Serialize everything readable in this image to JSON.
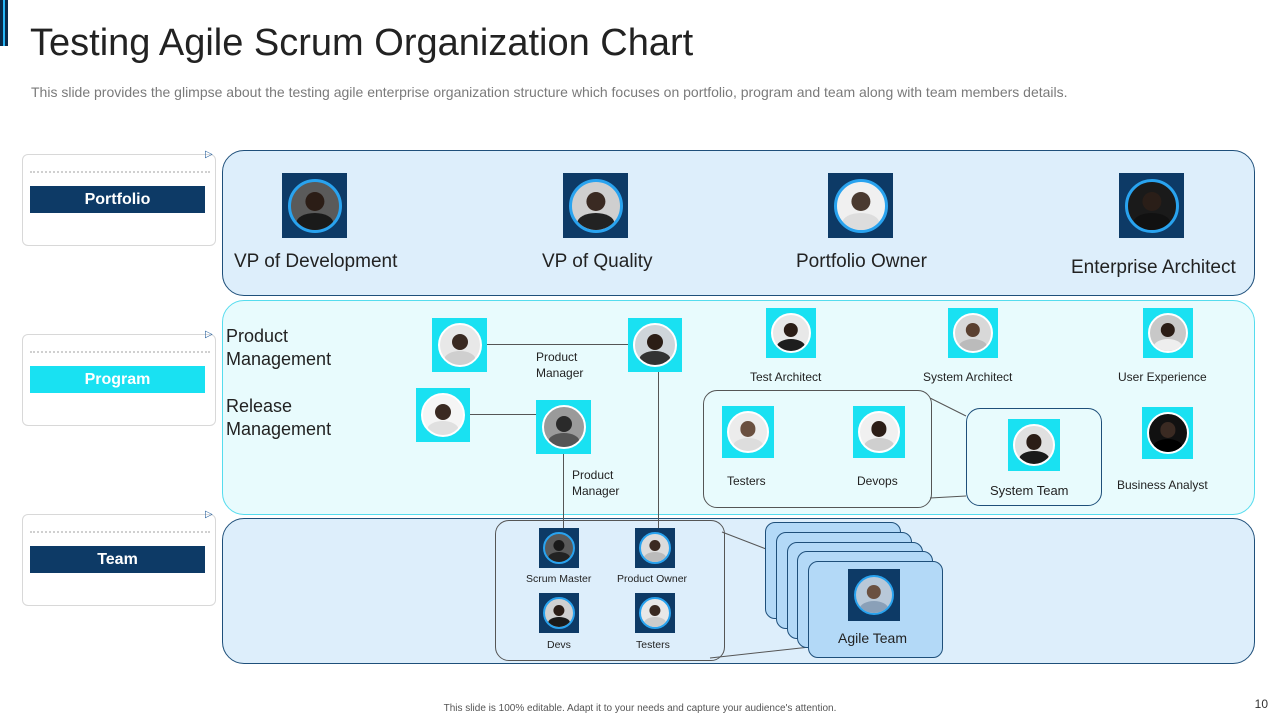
{
  "header": {
    "title": "Testing Agile Scrum Organization Chart",
    "subtitle": "This slide provides the glimpse about the testing agile enterprise organization structure which focuses on portfolio, program and team along with team members details."
  },
  "levels": {
    "portfolio": "Portfolio",
    "program": "Program",
    "team": "Team"
  },
  "portfolio_roles": {
    "vp_development": "VP of Development",
    "vp_quality": "VP of Quality",
    "portfolio_owner": "Portfolio Owner",
    "enterprise_architect": "Enterprise Architect"
  },
  "program": {
    "product_management": [
      "Product",
      "Management"
    ],
    "release_management": [
      "Release",
      "Management"
    ],
    "product_manager_1": [
      "Product",
      "Manager"
    ],
    "product_manager_2": [
      "Product",
      "Manager"
    ],
    "test_architect": "Test Architect",
    "system_architect": "System Architect",
    "user_experience": "User Experience",
    "testers": "Testers",
    "devops": "Devops",
    "system_team": "System Team",
    "business_analyst": "Business Analyst"
  },
  "team": {
    "scrum_master": "Scrum Master",
    "product_owner": "Product Owner",
    "devs": "Devs",
    "testers": "Testers",
    "agile_team": "Agile Team"
  },
  "footer": {
    "note": "This slide is 100% editable. Adapt it to your needs and capture your audience's attention.",
    "page_number": "10"
  },
  "colors": {
    "navy": "#0d3a66",
    "cyan": "#19e1f2",
    "portfolio_band": "#ddeefb",
    "program_band": "#e8fbfd",
    "agile_card": "#b3d9f7"
  }
}
